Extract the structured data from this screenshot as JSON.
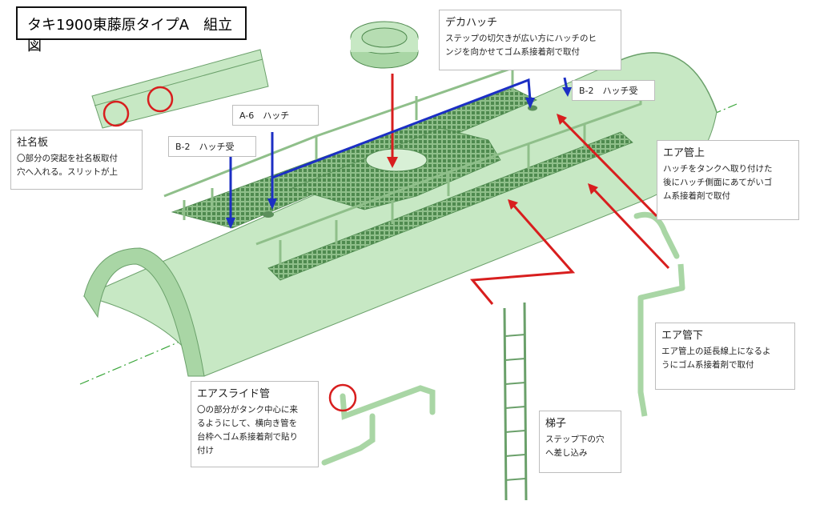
{
  "title": "タキ1900東藤原タイプA　組立図",
  "callouts": {
    "nameplate": {
      "title": "社名板",
      "desc": "〇部分の突起を社名板取付\n穴へ入れる。スリットが上"
    },
    "deka_hatch": {
      "title": "デカハッチ",
      "desc": "ステップの切欠きが広い方にハッチのヒ\nンジを向かせてゴム系接着剤で取付"
    },
    "air_pipe_upper": {
      "title": "エア管上",
      "desc": "ハッチをタンクへ取り付けた\n後にハッチ側面にあてがいゴ\nム系接着剤で取付"
    },
    "air_pipe_lower": {
      "title": "エア管下",
      "desc": "エア管上の延長線上になるよ\nうにゴム系接着剤で取付"
    },
    "air_slide_pipe": {
      "title": "エアスライド管",
      "desc": "〇の部分がタンク中心に来\nるようにして、横向き管を\n台枠へゴム系接着剤で貼り\n付け"
    },
    "ladder": {
      "title": "梯子",
      "desc": "ステップ下の穴\nへ差し込み"
    }
  },
  "labels": {
    "a6": "A-6　ハッチ",
    "b2_left": "B-2　ハッチ受",
    "b2_right": "B-2　ハッチ受"
  },
  "colors": {
    "model_fill": "#c7e8c4",
    "model_stroke": "#6aa06a",
    "red_arrow": "#d81e1e",
    "blue_arrow": "#1c2fc4",
    "centerline": "#3aa63a"
  }
}
